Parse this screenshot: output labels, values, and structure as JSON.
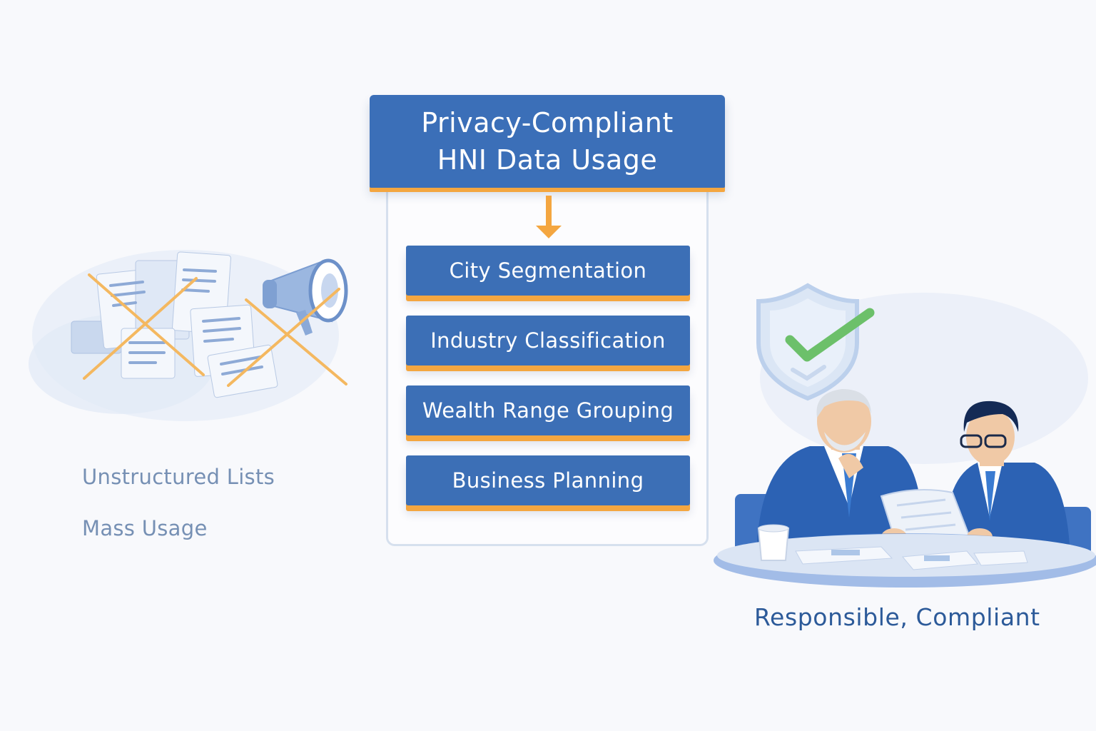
{
  "header": {
    "line1": "Privacy-Compliant",
    "line2": "HNI Data Usage"
  },
  "steps": [
    {
      "label": "City Segmentation"
    },
    {
      "label": "Industry Classification"
    },
    {
      "label": "Wealth Range Grouping"
    },
    {
      "label": "Business Planning"
    }
  ],
  "left": {
    "label1": "Unstructured Lists",
    "label2": "Mass Usage",
    "icons": [
      "document-pile-icon",
      "megaphone-icon",
      "cross-mark-icon"
    ]
  },
  "right": {
    "label": "Responsible, Compliant",
    "icons": [
      "shield-check-icon",
      "business-meeting-illustration"
    ]
  },
  "colors": {
    "primary": "#3b6fb8",
    "accent": "#f4a640",
    "check": "#6cc06a",
    "text_muted": "#7690b4",
    "text_dark": "#2c5a99"
  }
}
